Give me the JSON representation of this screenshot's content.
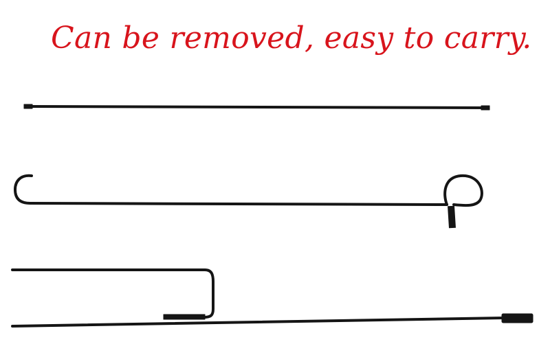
{
  "caption": "Can be removed, easy to carry.",
  "colors": {
    "caption": "#d8141c",
    "rod": "#151515",
    "background": "#ffffff"
  },
  "parts": [
    "straight-rod",
    "hook-rod-with-loop",
    "stake-rod-with-bracket"
  ]
}
